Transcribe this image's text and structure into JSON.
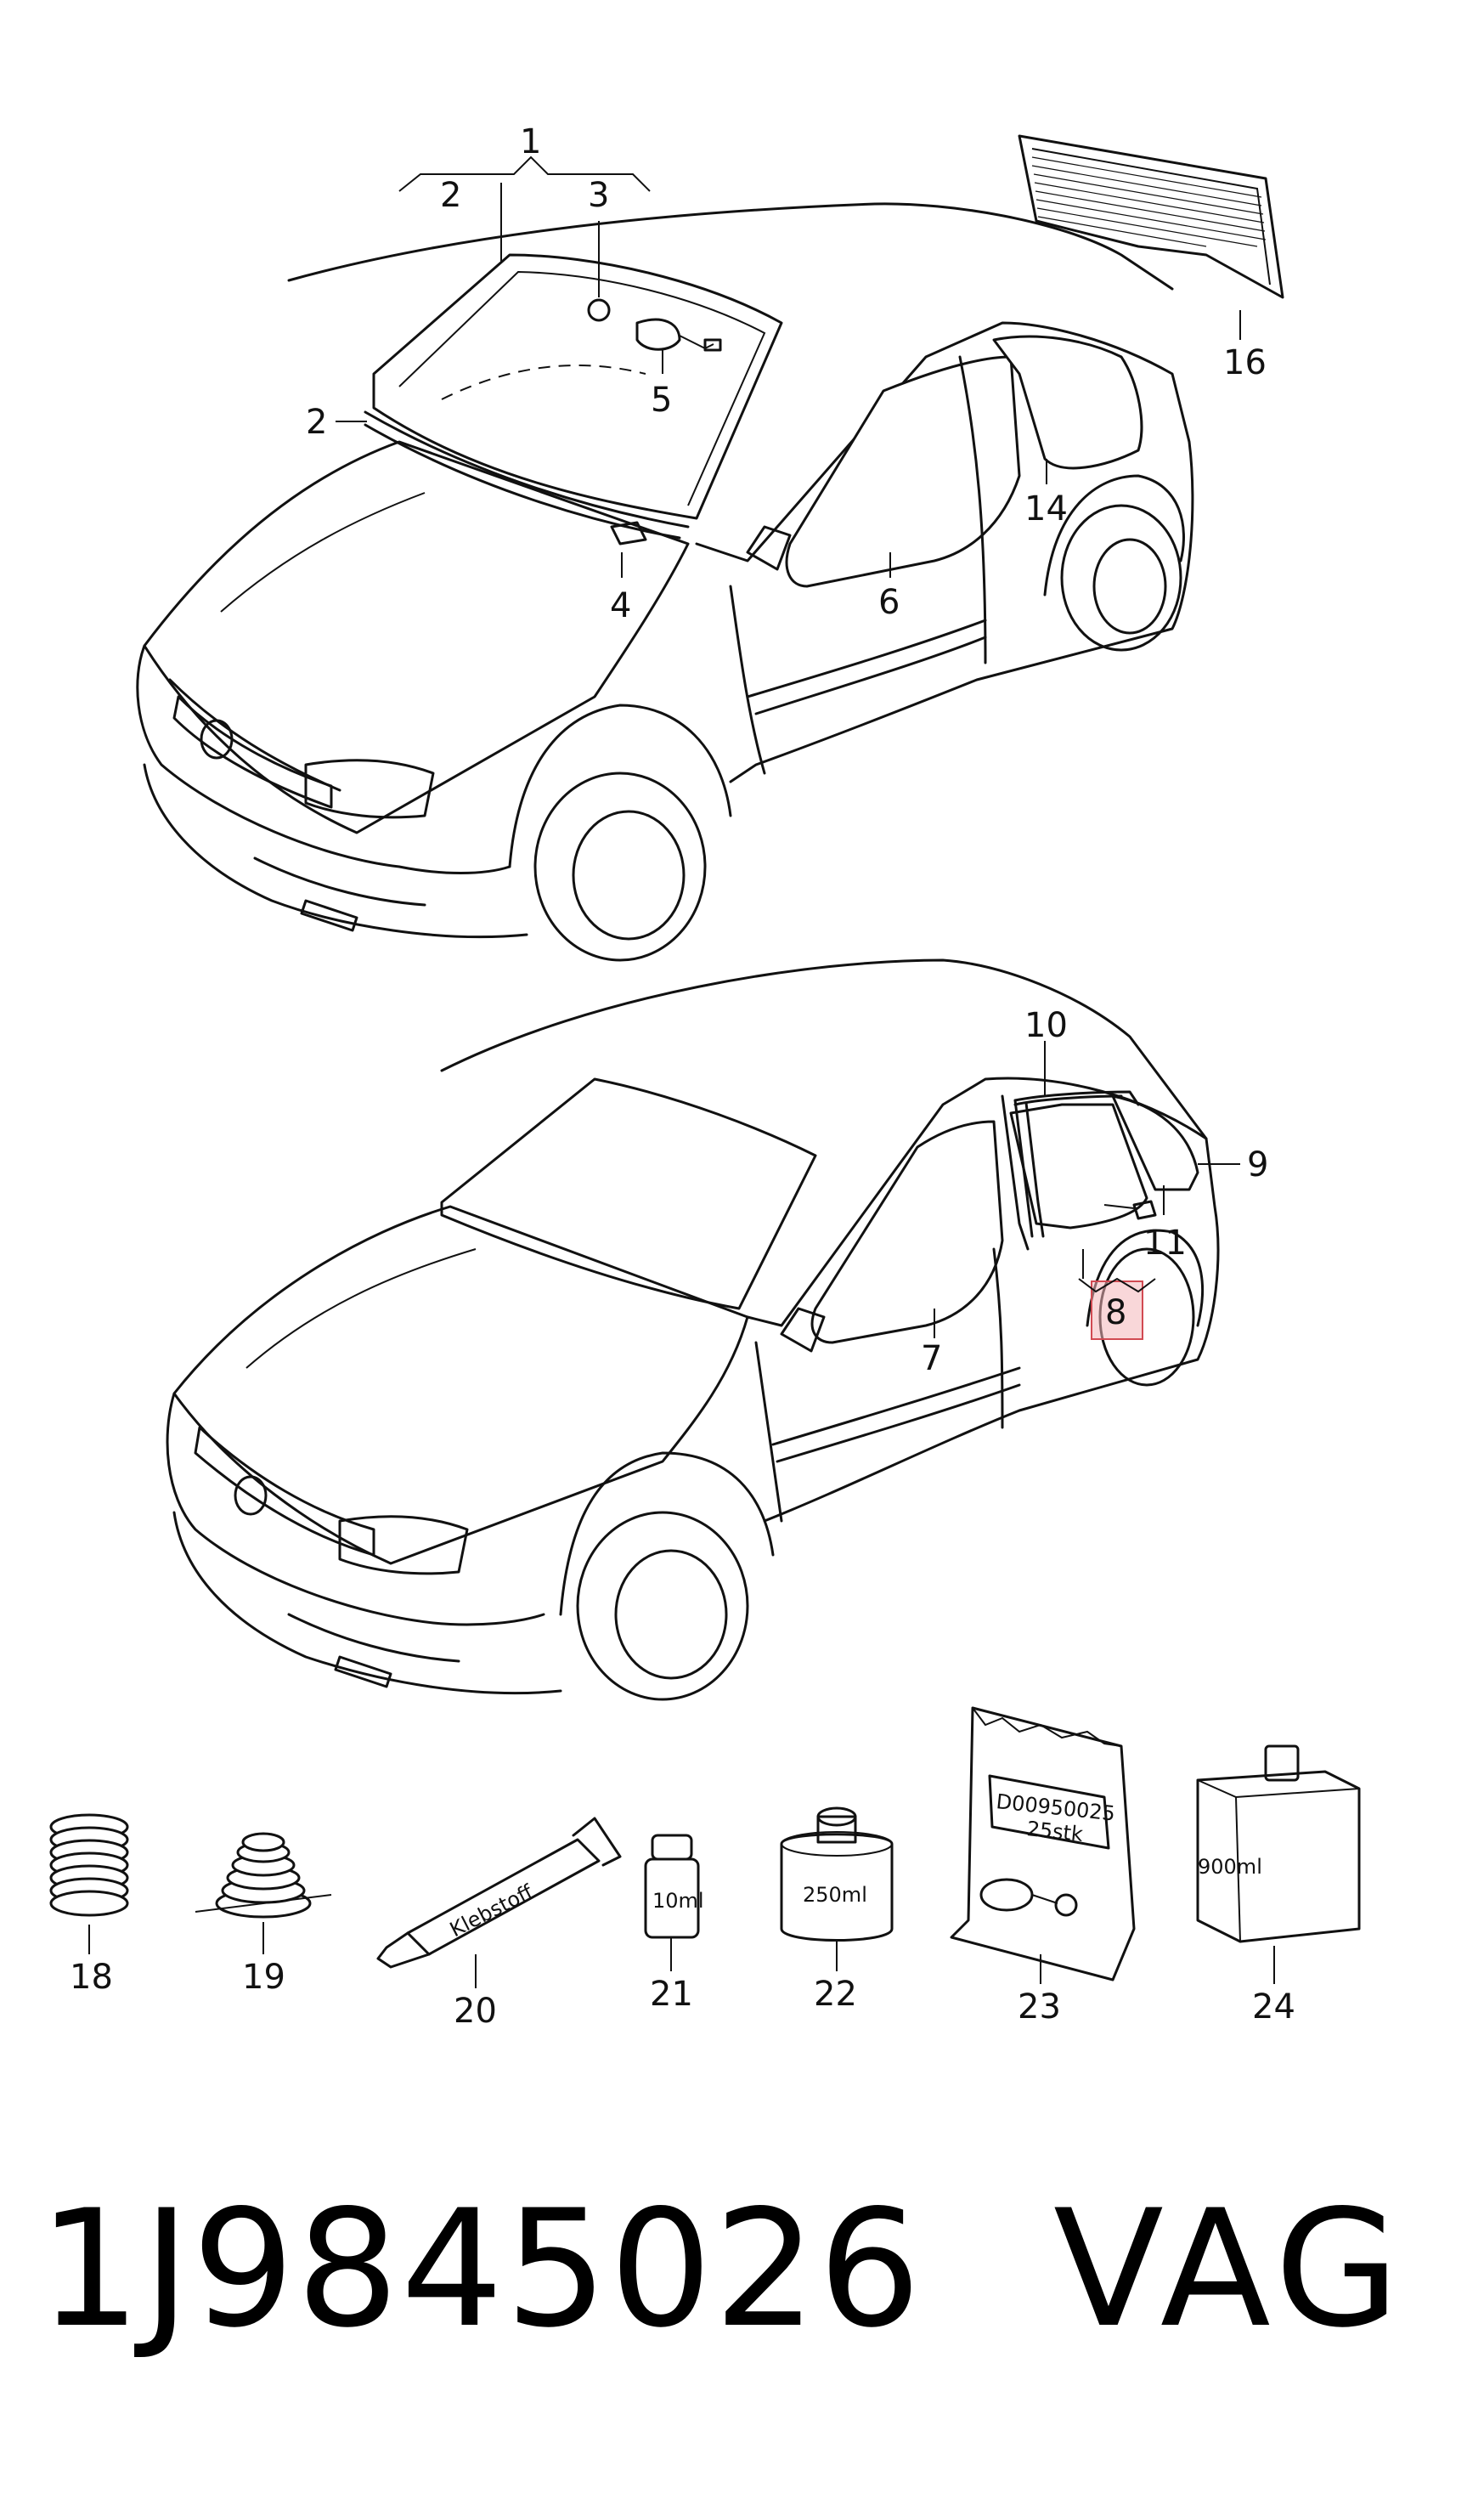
{
  "callouts": {
    "c1": "1",
    "c2a": "2",
    "c2b": "2",
    "c3": "3",
    "c4": "4",
    "c5": "5",
    "c6": "6",
    "c7": "7",
    "c8": "8",
    "c9": "9",
    "c10": "10",
    "c11": "11",
    "c14": "14",
    "c16": "16",
    "c18": "18",
    "c19": "19",
    "c20": "20",
    "c21": "21",
    "c22": "22",
    "c23": "23",
    "c24": "24"
  },
  "product_labels": {
    "tube": "Klebstoff",
    "bottle_small": "10ml",
    "can": "250ml",
    "bag_code": "D00950025",
    "bag_qty": "25stk",
    "canister": "900ml"
  },
  "highlight": {
    "callout": "8",
    "color": "#f4b6b9"
  },
  "footer": {
    "part_number": "1J9845026",
    "brand": "VAG"
  }
}
